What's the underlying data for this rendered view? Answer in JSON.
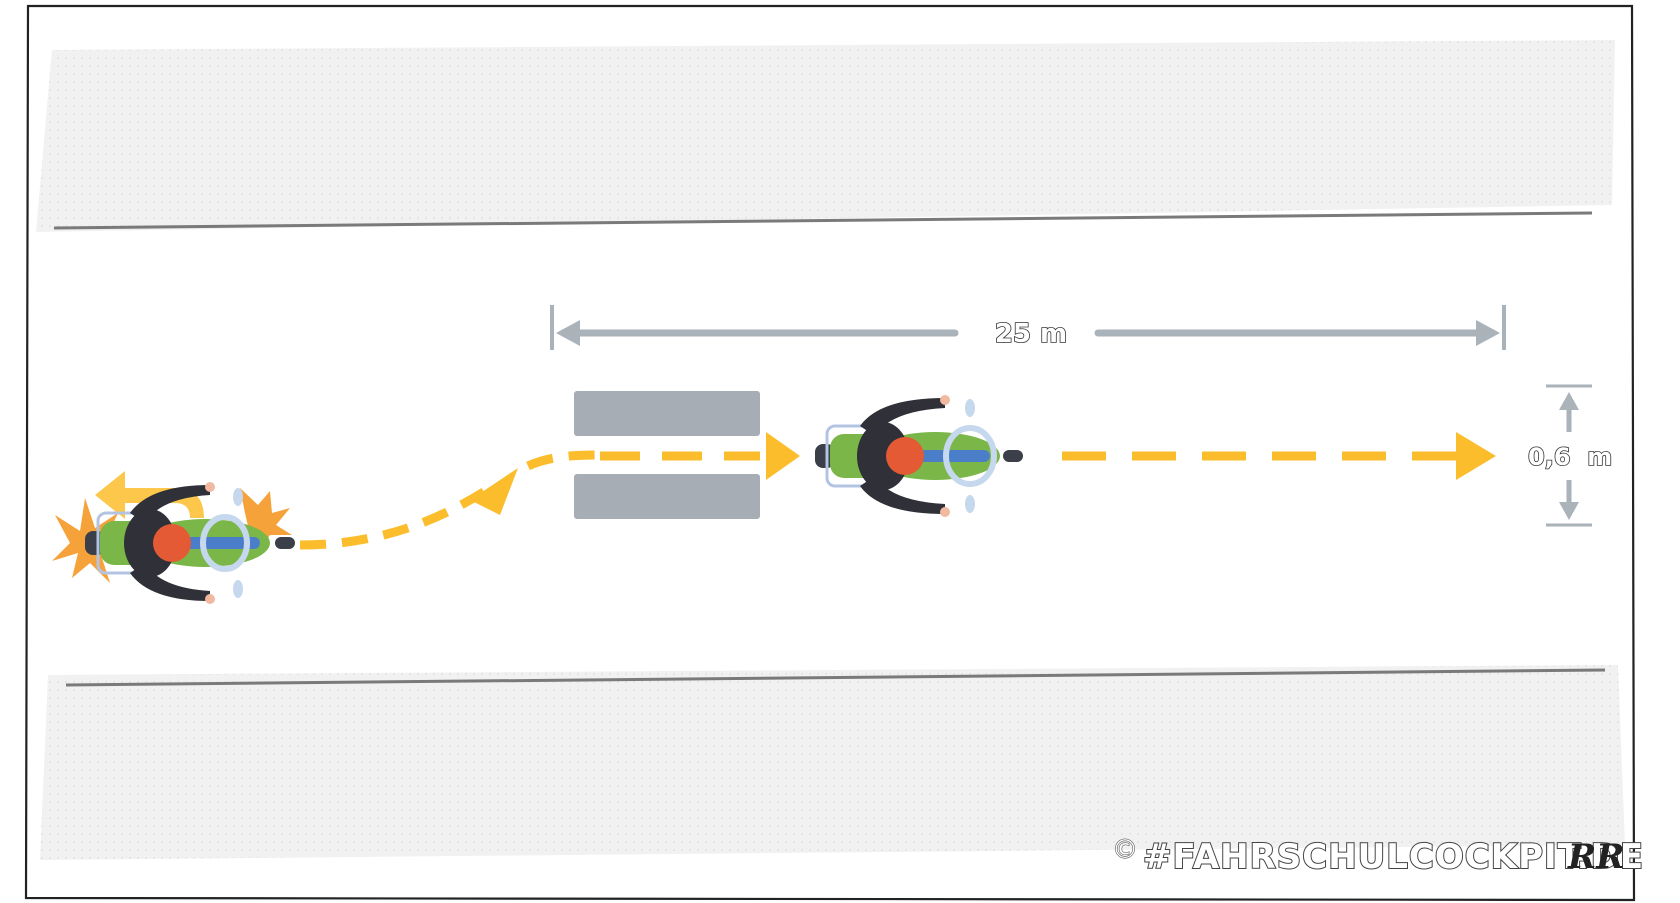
{
  "distance_label": "25 m",
  "gap_label": "0,6  m",
  "copyright_symbol": "©",
  "brand": "#FAHRSCHULCOCKPIT.DE",
  "signature": "RR",
  "colors": {
    "road_edge": "#7a7a7a",
    "sidewalk": "#efefef",
    "path": "#fbbd2c",
    "cone_block": "#a7adb4",
    "measure_arrow": "#aab2ba",
    "bike_body": "#7ab648",
    "rider_helmet": "#e35a35",
    "flash": "#f6a23a"
  }
}
